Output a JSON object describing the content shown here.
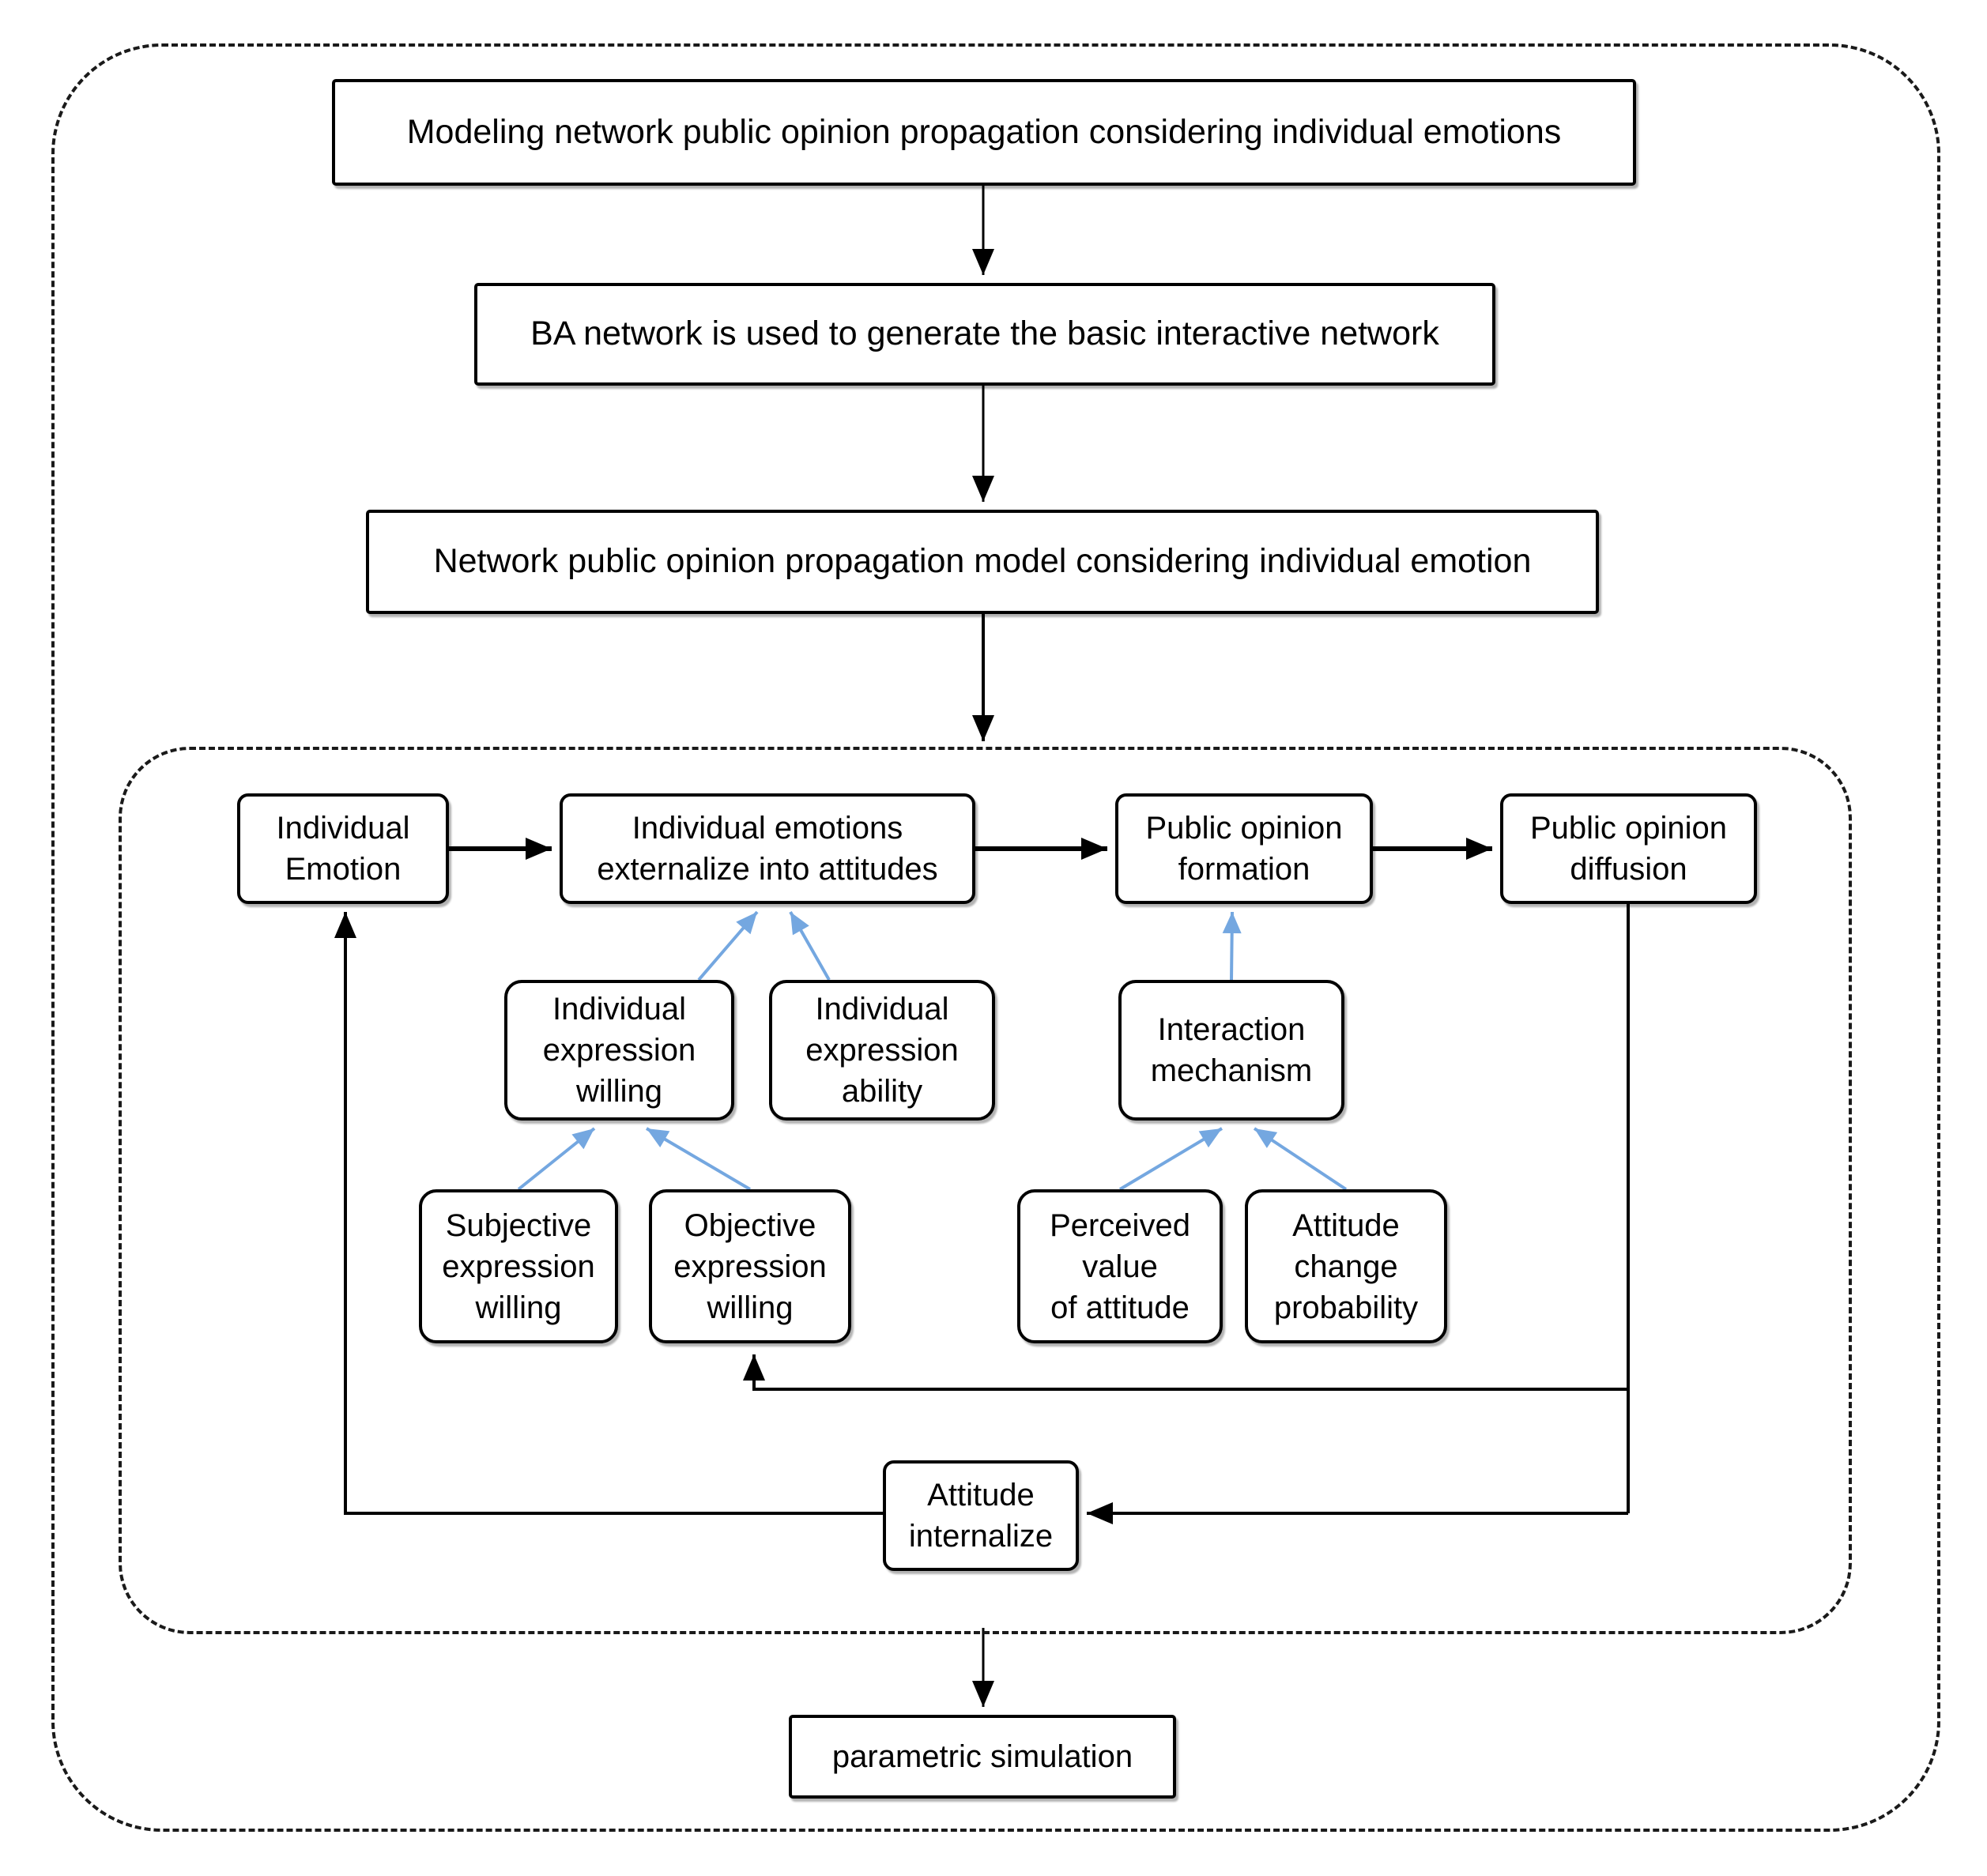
{
  "diagram": {
    "boxes": {
      "modeling": "Modeling network public opinion propagation considering individual emotions",
      "ba": "BA network is used to generate the basic interactive network",
      "model": "Network public opinion propagation model considering individual emotion",
      "emotion": "Individual\nEmotion",
      "externalize": "Individual emotions\nexternalize into attitudes",
      "formation": "Public opinion\nformation",
      "diffusion": "Public opinion\ndiffusion",
      "willing": "Individual\nexpression\nwilling",
      "ability": "Individual\nexpression\nability",
      "interaction": "Interaction\nmechanism",
      "subjective": "Subjective\nexpression\nwilling",
      "objective": "Objective\nexpression\nwilling",
      "perceived": "Perceived\nvalue\nof attitude",
      "att_change": "Attitude\nchange\nprobability",
      "internalize": "Attitude\ninternalize",
      "parametric": "parametric simulation"
    },
    "colors": {
      "box_border": "#000000",
      "black_arrow": "#000000",
      "blue_arrow": "#74a7e0",
      "background": "#ffffff"
    }
  }
}
